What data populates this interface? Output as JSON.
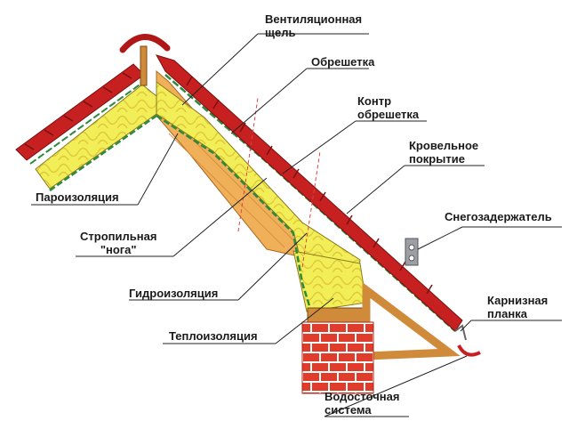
{
  "labels": {
    "vent_gap": [
      "Вентиляционная",
      "щель"
    ],
    "battens": "Обрешетка",
    "counter_battens": [
      "Контр",
      "обрешетка"
    ],
    "roofing": [
      "Кровельное",
      "покрытие"
    ],
    "snow_guard": "Снегозадержатель",
    "vapor_barrier": "Пароизоляция",
    "rafter": [
      "Стропильная",
      "\"нога\""
    ],
    "waterproofing": "Гидроизоляция",
    "insulation": "Теплоизоляция",
    "eave_strip": [
      "Карнизная",
      "планка"
    ],
    "drainage": [
      "Водосточная",
      "система"
    ]
  },
  "colors": {
    "tile": "#c62020",
    "tile_dark": "#8e1414",
    "insulation": "#f2ee58",
    "rafter": "#f0b05a",
    "timber": "#cf8a3a",
    "brick": "#e03c2c",
    "membrane": "#2c8a3a",
    "leader": "#222222"
  }
}
